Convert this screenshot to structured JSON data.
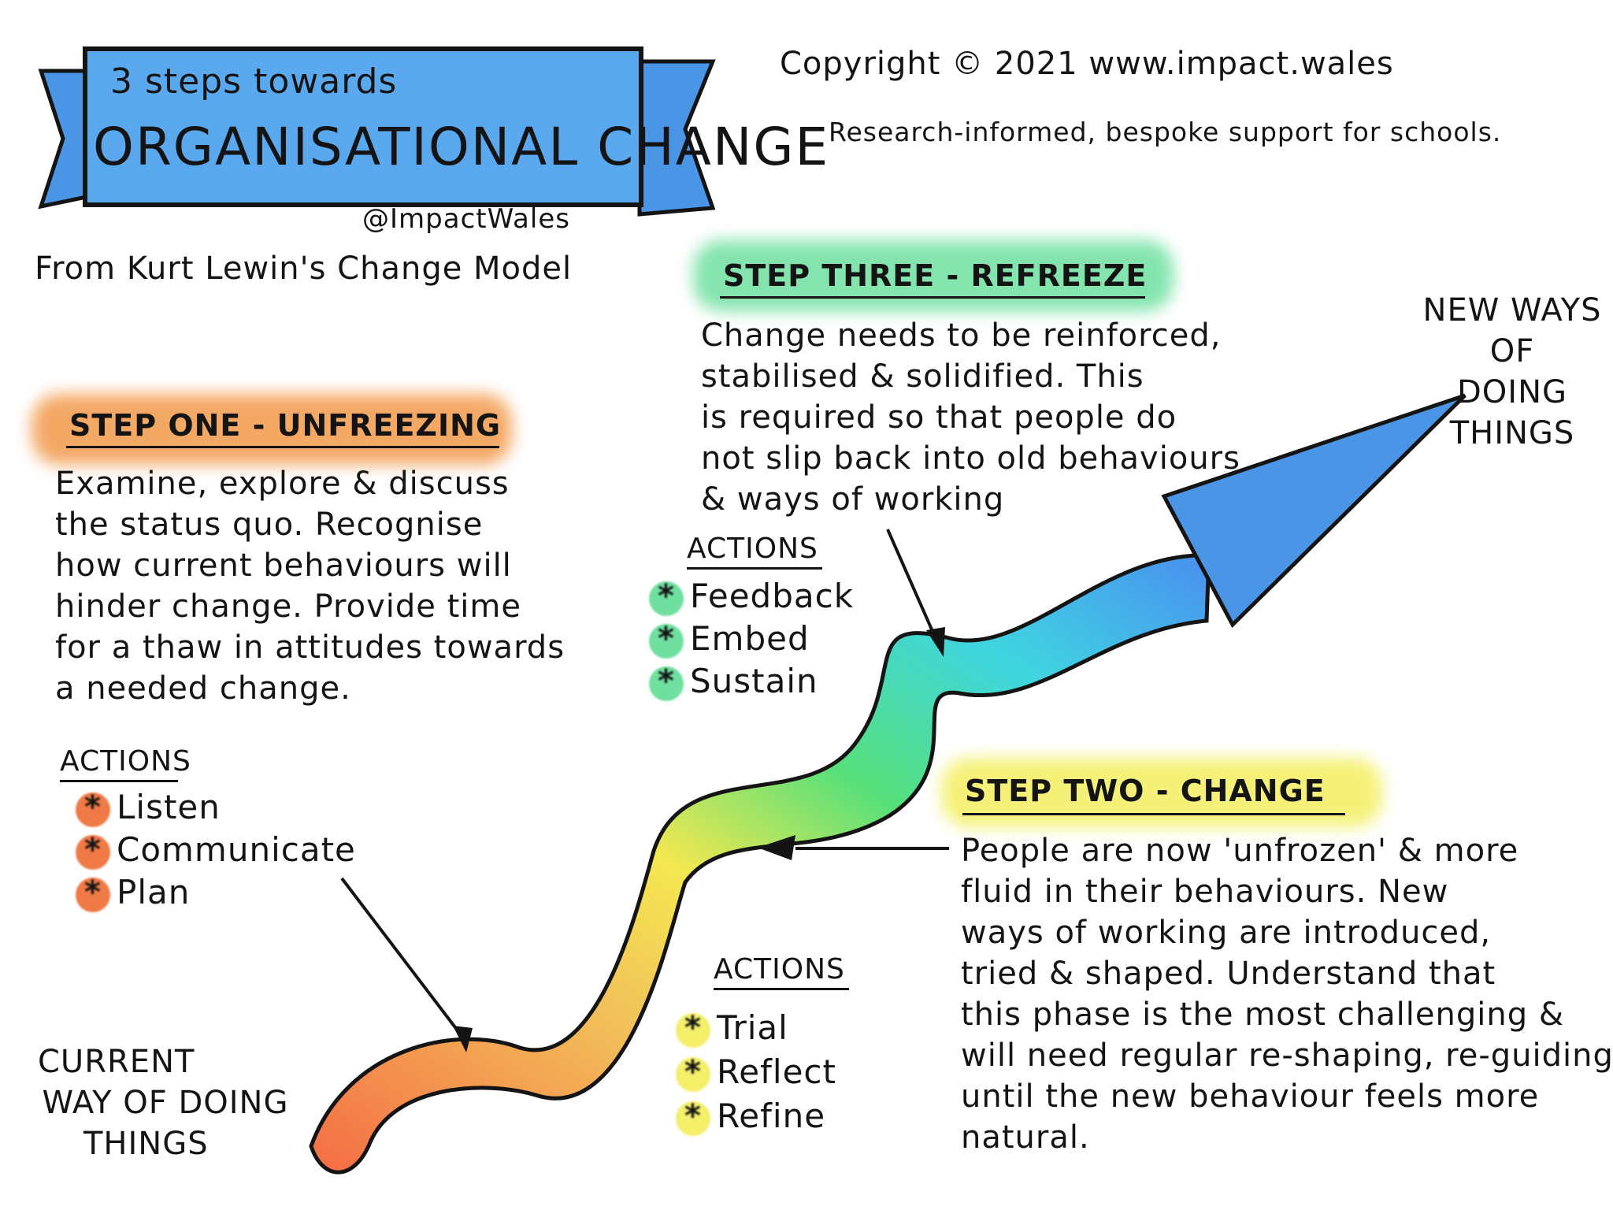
{
  "banner": {
    "subtitle": "3 steps towards",
    "title": "ORGANISATIONAL CHANGE",
    "color": "#5aa9ee"
  },
  "handle": "@ImpactWales",
  "source": "From Kurt Lewin's Change Model",
  "copyright": "Copyright © 2021  www.impact.wales",
  "tagline": "Research-informed, bespoke support for schools.",
  "steps": {
    "one": {
      "title": "STEP ONE - UNFREEZING",
      "color": "#f2994a",
      "description": [
        "Examine, explore & discuss",
        "the status quo. Recognise",
        "how current behaviours will",
        "hinder change. Provide time",
        "for a thaw in attitudes towards",
        "a needed change."
      ],
      "actions_label": "ACTIONS",
      "actions": [
        "Listen",
        "Communicate",
        "Plan"
      ]
    },
    "two": {
      "title": "STEP TWO - CHANGE",
      "color": "#f4f06a",
      "description": [
        "People are now 'unfrozen' & more",
        "fluid in their behaviours. New",
        "ways of working are introduced,",
        "tried & shaped. Understand that",
        "this phase is the most challenging &",
        "will need regular re-shaping, re-guiding",
        "until the new behaviour feels more",
        "natural."
      ],
      "actions_label": "ACTIONS",
      "actions": [
        "Trial",
        "Reflect",
        "Refine"
      ]
    },
    "three": {
      "title": "STEP THREE - REFREEZE",
      "color": "#6fe0a0",
      "description": [
        "Change needs to be reinforced,",
        "stabilised & solidified. This",
        "is required so that people do",
        "not slip back into old behaviours",
        "& ways of working"
      ],
      "actions_label": "ACTIONS",
      "actions": [
        "Feedback",
        "Embed",
        "Sustain"
      ]
    }
  },
  "start_label": [
    "CURRENT",
    "WAY OF DOING",
    "THINGS"
  ],
  "end_label": [
    "NEW WAYS",
    "OF",
    "DOING",
    "THINGS"
  ],
  "icons": {
    "action_bullet": "asterisk-icon",
    "path": "rainbow-wave-arrow"
  },
  "colors": {
    "wave_start": "#f56c45",
    "wave_mid1": "#f4e850",
    "wave_mid2": "#57e07a",
    "wave_end": "#4a8ff0"
  }
}
